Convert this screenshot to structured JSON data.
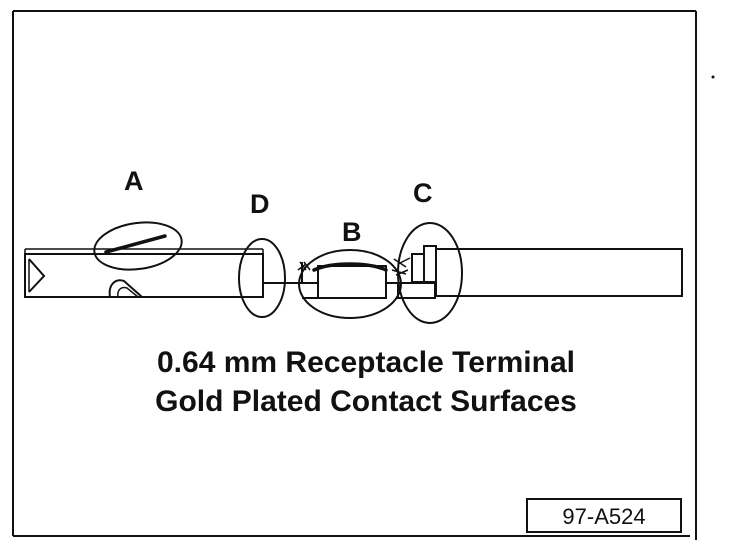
{
  "callouts": {
    "a": "A",
    "b": "B",
    "c": "C",
    "d": "D"
  },
  "caption": {
    "line1": "0.64 mm Receptacle Terminal",
    "line2": "Gold Plated Contact Surfaces"
  },
  "reference_code": "97-A524",
  "colors": {
    "ink": "#111111",
    "paper": "#ffffff"
  }
}
